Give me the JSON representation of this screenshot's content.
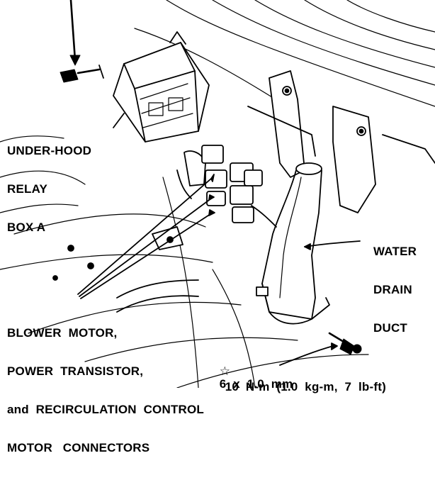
{
  "labels": {
    "relay_box": [
      "UNDER-HOOD",
      "RELAY",
      "BOX A"
    ],
    "drain_duct": [
      "WATER",
      "DRAIN",
      "DUCT"
    ],
    "connectors": [
      "BLOWER  MOTOR,",
      "POWER  TRANSISTOR,",
      "and  RECIRCULATION  CONTROL",
      "MOTOR   CONNECTORS"
    ],
    "bolt_spec": {
      "symbol": "☆",
      "size": "6  x  1.0  mm",
      "torque": "10  N-m  (1.0  kg-m,  7  lb-ft)"
    }
  }
}
